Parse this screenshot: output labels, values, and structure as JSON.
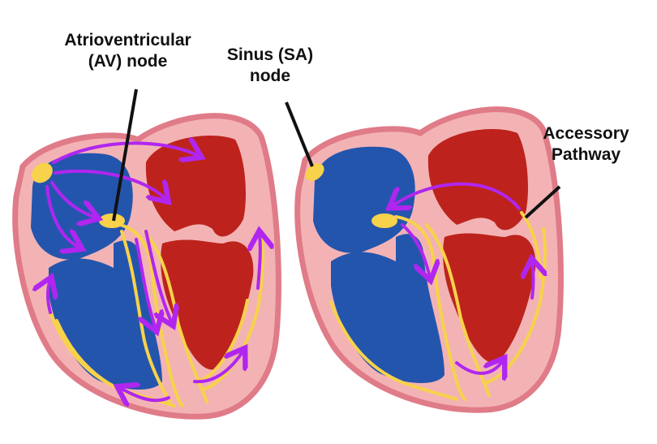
{
  "labels": {
    "av_node_line1": "Atrioventricular",
    "av_node_line2": "(AV) node",
    "sa_node_line1": "Sinus (SA)",
    "sa_node_line2": "node",
    "accessory_line1": "Accessory",
    "accessory_line2": "Pathway"
  },
  "colors": {
    "wall_outline": "#e07b88",
    "wall_fill": "#f3b3b5",
    "left_heart_blue": "#2455ad",
    "right_heart_red": "#bd231c",
    "conduction_yellow": "#f7d24a",
    "signal_purple": "#b026f0"
  }
}
